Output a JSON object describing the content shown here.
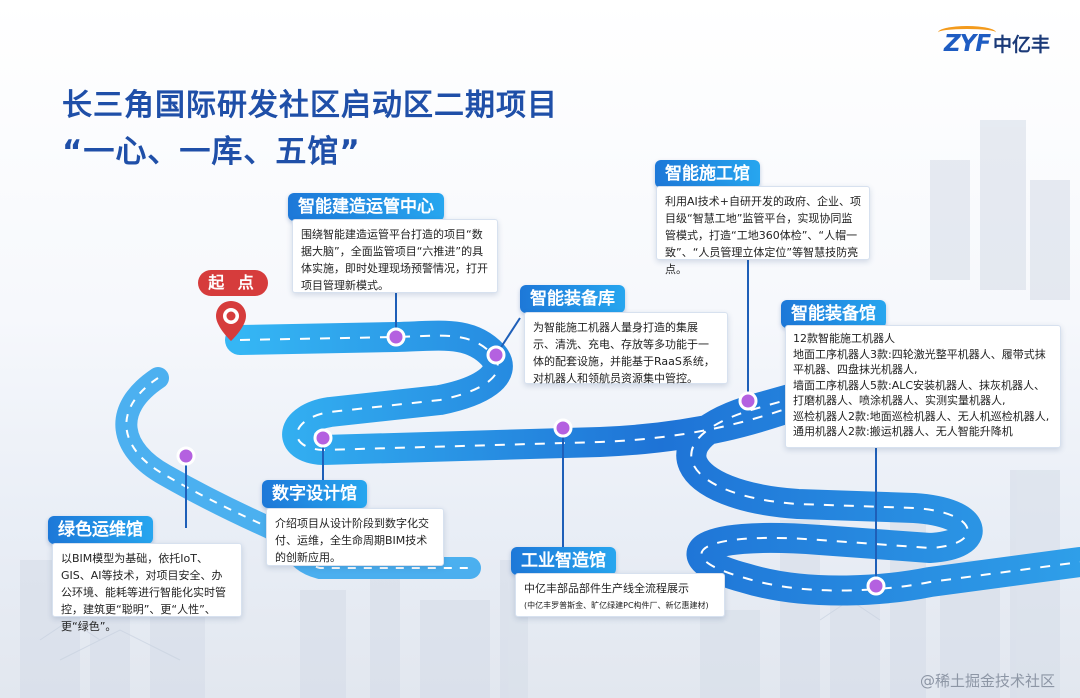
{
  "logo": {
    "mark": "ZYF",
    "text": "中亿丰"
  },
  "title": "长三角国际研发社区启动区二期项目",
  "subtitle": "“一心、一库、五馆”",
  "start_label": "起 点",
  "nodes": {
    "control_center": {
      "label": "智能建造运管中心",
      "text": "围绕智能建造运管平台打造的项目“数据大脑”，全面监管项目“六推进”的具体实施，即时处理现场预警情况，打开项目管理新模式。"
    },
    "construction_hall": {
      "label": "智能施工馆",
      "text": "利用AI技术+自研开发的政府、企业、项目级“智慧工地”监管平台，实现协同监管模式，打造“工地360体检”、“人帽一致”、“人员管理立体定位”等智慧技防亮点。"
    },
    "equipment_library": {
      "label": "智能装备库",
      "text": "为智能施工机器人量身打造的集展示、清洗、充电、存放等多功能于一体的配套设施，并能基于RaaS系统，对机器人和领航员资源集中管控。"
    },
    "equipment_hall": {
      "label": "智能装备馆",
      "lines": [
        "12款智能施工机器人",
        "地面工序机器人3款:四轮激光整平机器人、履带式抹平机器、四盘抹光机器人,",
        "墙面工序机器人5款:ALC安装机器人、抹灰机器人、打磨机器人、喷涂机器人、实测实量机器人,",
        "巡检机器人2款:地面巡检机器人、无人机巡检机器人,",
        "通用机器人2款:搬运机器人、无人智能升降机"
      ]
    },
    "digital_design_hall": {
      "label": "数字设计馆",
      "text": "介绍项目从设计阶段到数字化交付、运维，全生命周期BIM技术的创新应用。"
    },
    "industrial_hall": {
      "label": "工业智造馆",
      "text": "中亿丰部品部件生产线全流程展示",
      "note": "(中亿丰罗普斯金、旷亿绿建PC构件厂、新亿惠建材)"
    },
    "green_ops_hall": {
      "label": "绿色运维馆",
      "text": "以BIM模型为基础，依托IoT、GIS、AI等技术，对项目安全、办公环境、能耗等进行智能化实时管控，建筑更“聪明”、更“人性”、更“绿色”。"
    }
  },
  "watermark": "@稀土掘金技术社区",
  "colors": {
    "title": "#1f4fa8",
    "road": "#1e73d6",
    "road_light": "#35b6f4",
    "label": "#1d78d8",
    "node": "#b461e0",
    "start_badge": "#d63c3c"
  }
}
